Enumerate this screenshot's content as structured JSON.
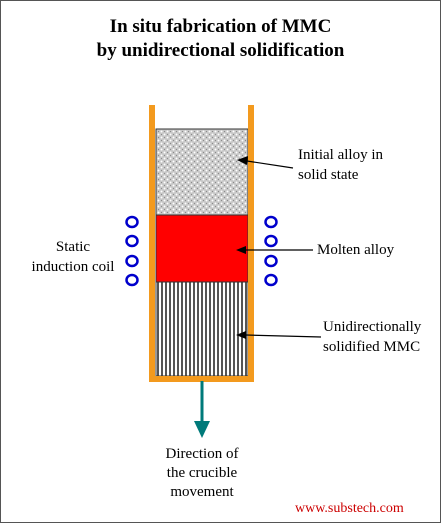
{
  "title": {
    "line1": "In situ fabrication of MMC",
    "line2": "by unidirectional solidification"
  },
  "labels": {
    "initial_alloy_line1": "Initial alloy in",
    "initial_alloy_line2": "solid state",
    "molten_alloy": "Molten alloy",
    "unidirectional_line1": "Unidirectionally",
    "unidirectional_line2": "solidified MMC",
    "coil_line1": "Static",
    "coil_line2": "induction coil",
    "direction_line1": "Direction of",
    "direction_line2": "the crucible",
    "direction_line3": "movement"
  },
  "watermark": "www.substech.com",
  "colors": {
    "crucible": "#f39a1e",
    "molten": "#ff0000",
    "coil": "#0000cc",
    "arrow": "#007a7a",
    "watermark": "#cc0000",
    "stipple_bg": "#c8c8c8"
  }
}
